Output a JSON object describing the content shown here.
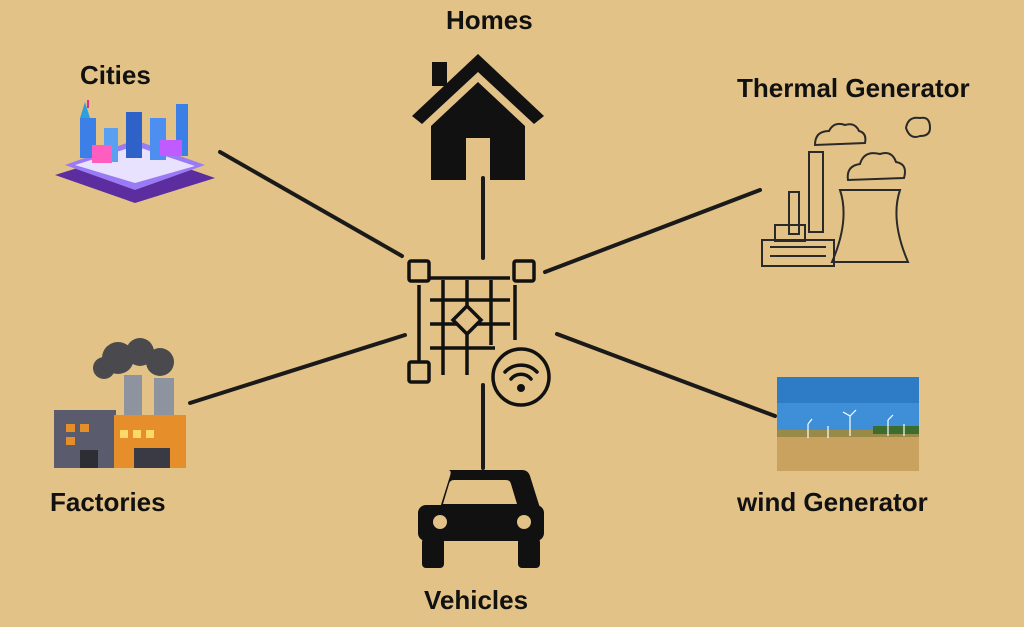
{
  "nodes": {
    "homes": {
      "label": "Homes",
      "icon": "house-icon"
    },
    "cities": {
      "label": "Cities",
      "icon": "city-icon"
    },
    "thermal": {
      "label": "Thermal Generator",
      "icon": "thermal-plant-icon"
    },
    "factories": {
      "label": "Factories",
      "icon": "factory-icon"
    },
    "wind": {
      "label": "wind Generator",
      "icon": "wind-farm-photo"
    },
    "vehicles": {
      "label": "Vehicles",
      "icon": "car-icon"
    }
  },
  "hub": {
    "icon": "smart-grid-icon",
    "badge_icon": "wifi-icon"
  },
  "colors": {
    "background": "#e2c286",
    "ink": "#111111",
    "connector": "#1a1a1a"
  }
}
